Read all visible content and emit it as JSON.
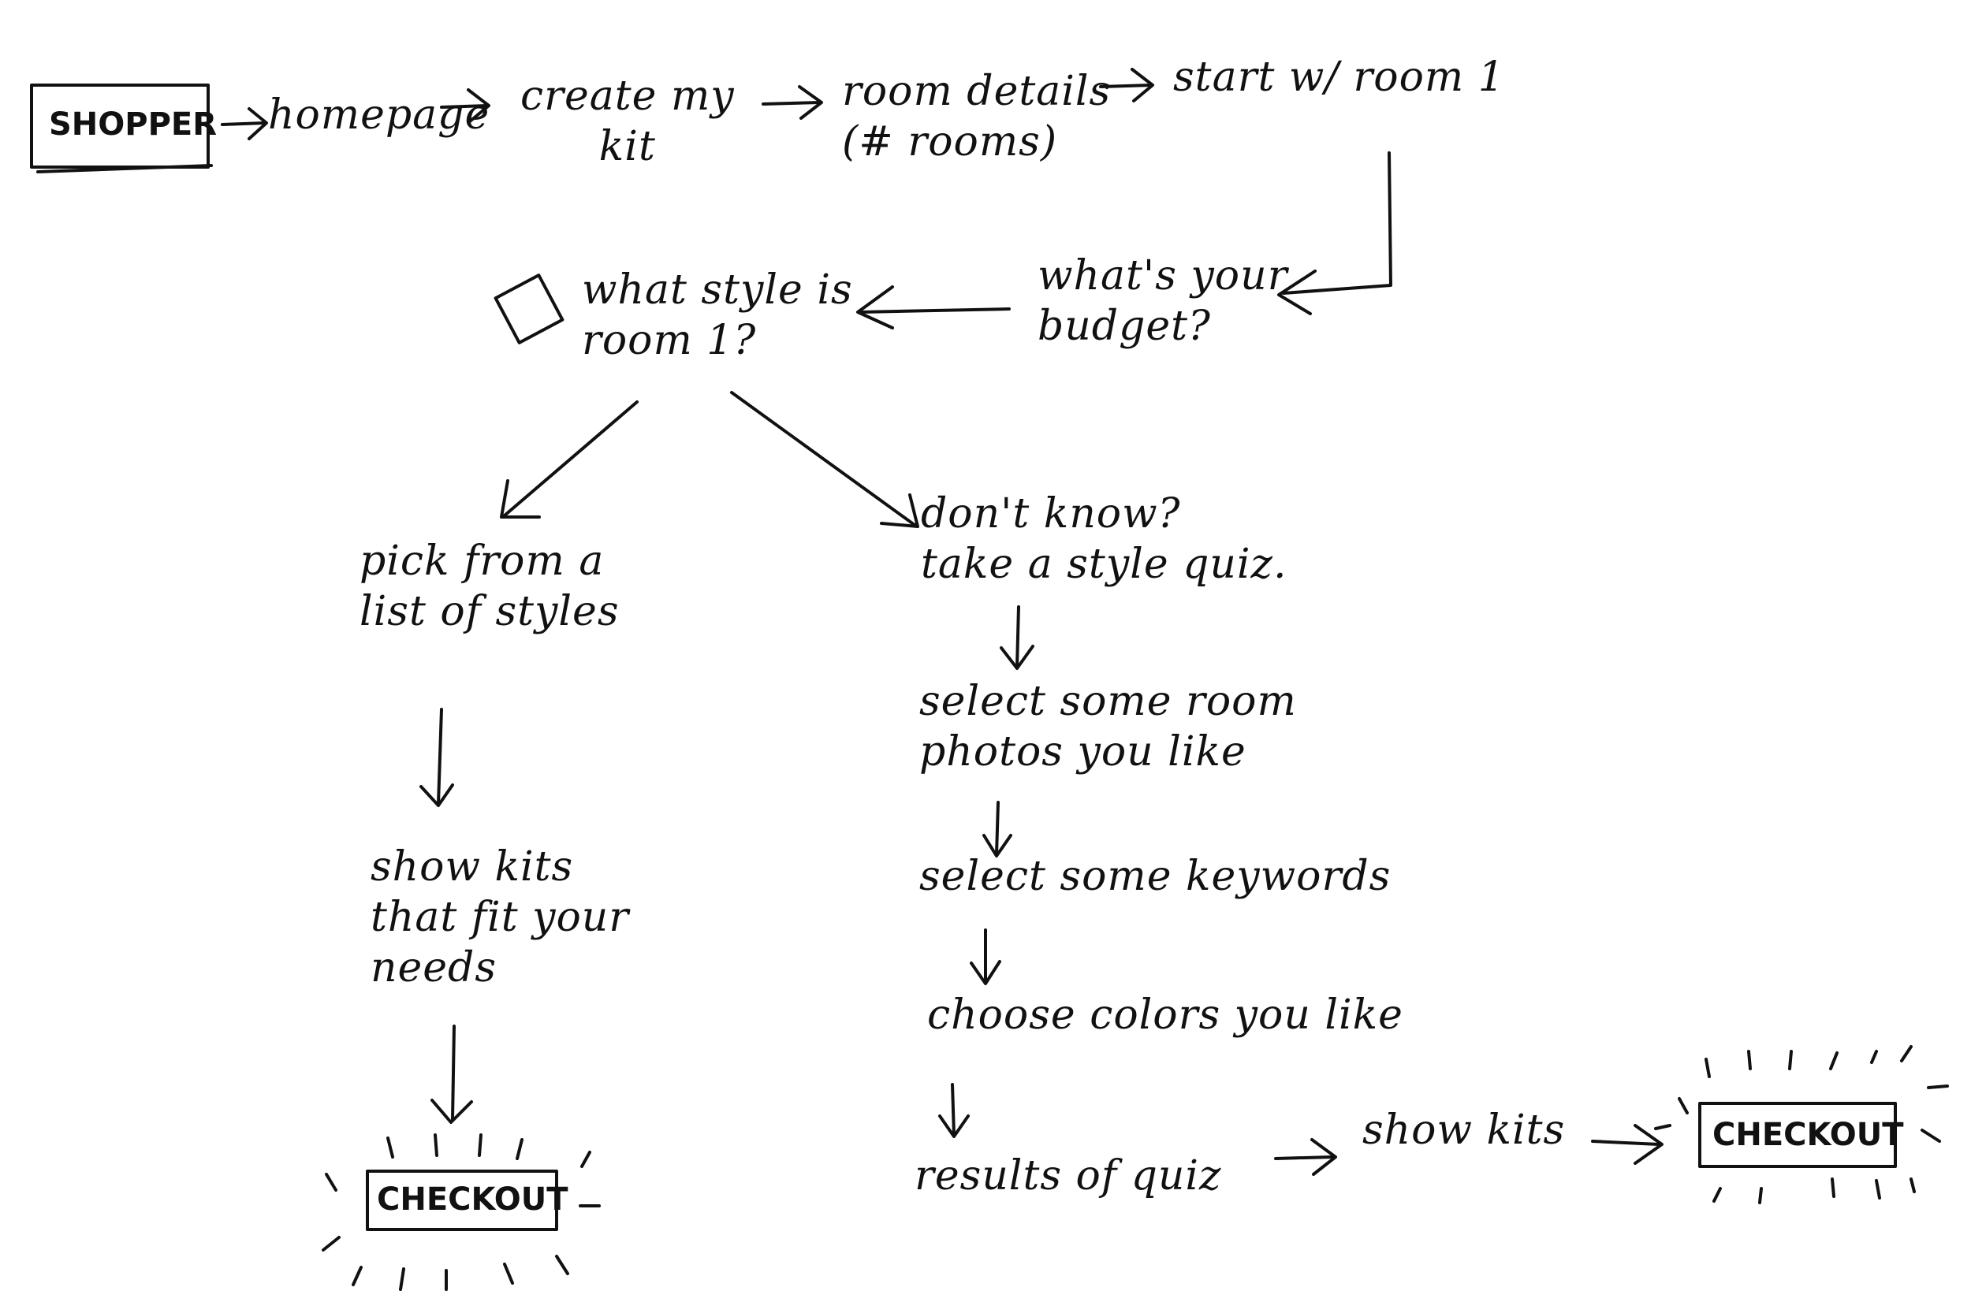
{
  "nodes": {
    "shopper": "SHOPPER",
    "homepage": "homepage",
    "create_kit": "create my\nkit",
    "room_details": "room details\n(# rooms)",
    "start_room": "start w/ room 1",
    "budget": "what's your\nbudget?",
    "style_question": "what style is\nroom 1?",
    "pick_list": "pick from a\nlist of styles",
    "dont_know": "don't know?\ntake a style quiz.",
    "show_kits_fit": "show kits\nthat fit your\nneeds",
    "select_photos": "select some room\nphotos you like",
    "select_keywords": "select some keywords",
    "choose_colors": "choose colors you like",
    "results_quiz": "results of quiz",
    "show_kits": "show kits",
    "checkout_left": "CHECKOUT",
    "checkout_right": "CHECKOUT"
  },
  "colors": {
    "ink": "#111111",
    "paper": "#ffffff"
  }
}
